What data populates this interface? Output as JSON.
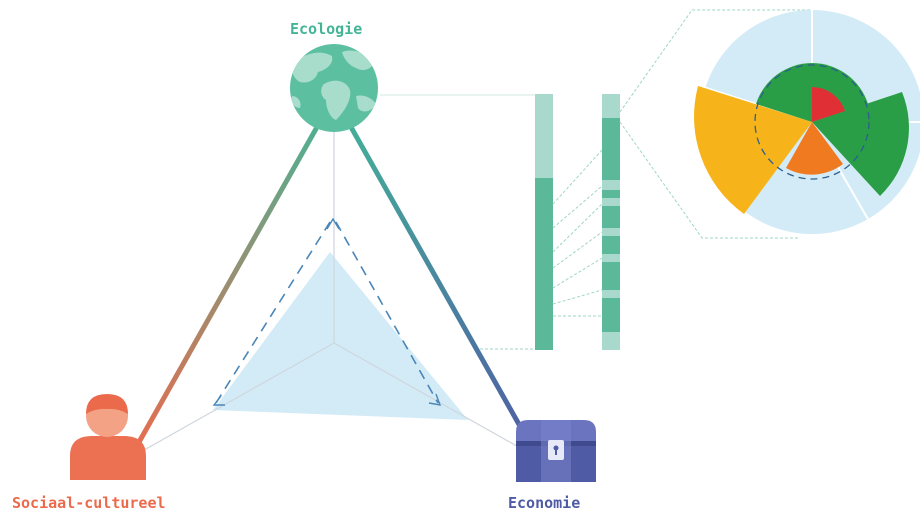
{
  "labels": {
    "ecology": "Ecologie",
    "social": "Sociaal-cultureel",
    "economy": "Economie"
  },
  "colors": {
    "ecology": "#43b597",
    "social": "#ec6a4c",
    "economy": "#4f5ba5",
    "area_fill": "#d3ebf6",
    "dash": "#4a86b8",
    "bar_light": "#a9d8cc",
    "bar_dark": "#5bb99a",
    "donut_bg": "#d3ebf6",
    "red": "#e03036",
    "green": "#2a9d47",
    "orange": "#ef7a20",
    "yellow": "#f7b41a"
  },
  "icons": {
    "ecology": "globe-icon",
    "social": "person-icon",
    "economy": "treasure-chest-icon"
  }
}
